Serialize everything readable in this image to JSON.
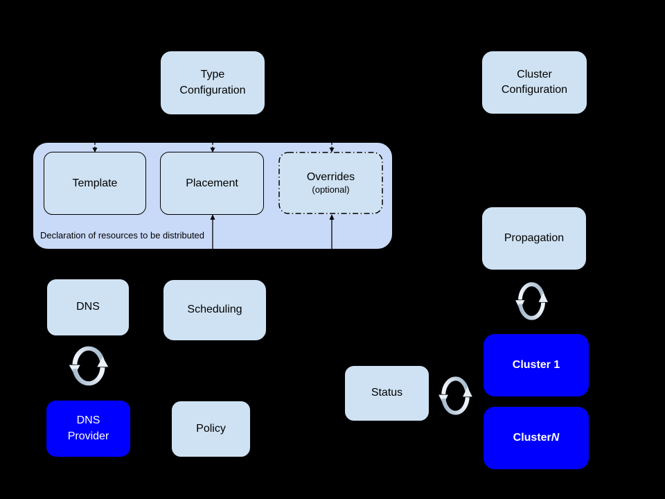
{
  "colors": {
    "background": "#000000",
    "light_box_fill": "#cfe2f3",
    "container_fill": "#c9daf8",
    "blue_box_fill": "#0000ff",
    "box_text": "#000000",
    "blue_box_text": "#ffffff",
    "arrow_stroke": "#000000",
    "sync_arrow_dark": "#9db3c8",
    "sync_arrow_light": "#edf3fa"
  },
  "nodes": {
    "type_configuration": {
      "label": "Type\nConfiguration"
    },
    "cluster_configuration": {
      "label": "Cluster\nConfiguration"
    },
    "template": {
      "label": "Template"
    },
    "placement": {
      "label": "Placement"
    },
    "overrides": {
      "label": "Overrides",
      "sublabel": "(optional)"
    },
    "declaration": {
      "caption": "Declaration of resources to be distributed"
    },
    "dns": {
      "label": "DNS"
    },
    "scheduling": {
      "label": "Scheduling"
    },
    "dns_provider": {
      "label": "DNS\nProvider"
    },
    "policy": {
      "label": "Policy"
    },
    "propagation": {
      "label": "Propagation"
    },
    "status": {
      "label": "Status"
    },
    "cluster_1": {
      "label": "Cluster 1"
    },
    "cluster_n": {
      "label_prefix": "Cluster ",
      "label_n": "N"
    }
  },
  "icons": {
    "sync": "circular-sync-arrows"
  }
}
